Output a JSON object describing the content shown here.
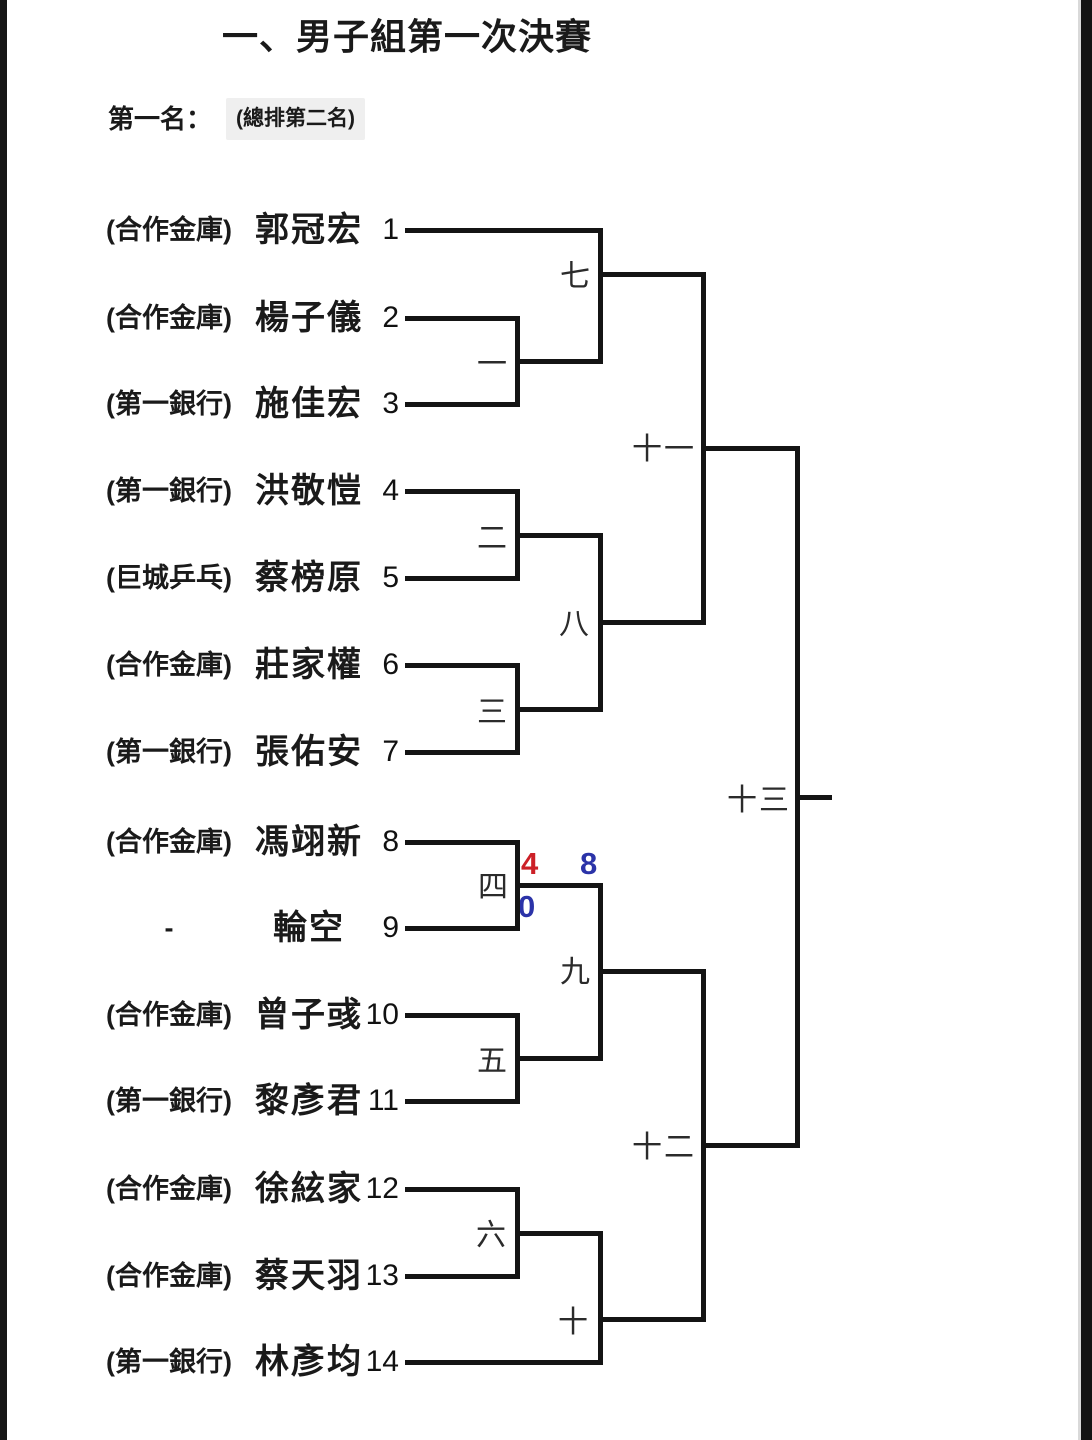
{
  "title": "一、男子組第一次決賽",
  "standing": {
    "label": "第一名：",
    "note": "(總排第二名)"
  },
  "players": [
    {
      "affiliation": "(合作金庫)",
      "name": "郭冠宏",
      "seed": "1"
    },
    {
      "affiliation": "(合作金庫)",
      "name": "楊子儀",
      "seed": "2"
    },
    {
      "affiliation": "(第一銀行)",
      "name": "施佳宏",
      "seed": "3"
    },
    {
      "affiliation": "(第一銀行)",
      "name": "洪敬愷",
      "seed": "4"
    },
    {
      "affiliation": "(巨城乒乓)",
      "name": "蔡榜原",
      "seed": "5"
    },
    {
      "affiliation": "(合作金庫)",
      "name": "莊家權",
      "seed": "6"
    },
    {
      "affiliation": "(第一銀行)",
      "name": "張佑安",
      "seed": "7"
    },
    {
      "affiliation": "(合作金庫)",
      "name": "馮翊新",
      "seed": "8"
    },
    {
      "affiliation": "-",
      "name": "輪空",
      "seed": "9"
    },
    {
      "affiliation": "(合作金庫)",
      "name": "曾子彧",
      "seed": "10"
    },
    {
      "affiliation": "(第一銀行)",
      "name": "黎彥君",
      "seed": "11"
    },
    {
      "affiliation": "(合作金庫)",
      "name": "徐絃家",
      "seed": "12"
    },
    {
      "affiliation": "(合作金庫)",
      "name": "蔡天羽",
      "seed": "13"
    },
    {
      "affiliation": "(第一銀行)",
      "name": "林彥均",
      "seed": "14"
    }
  ],
  "matches": [
    {
      "label": "一"
    },
    {
      "label": "二"
    },
    {
      "label": "三"
    },
    {
      "label": "四"
    },
    {
      "label": "五"
    },
    {
      "label": "六"
    },
    {
      "label": "七"
    },
    {
      "label": "八"
    },
    {
      "label": "九"
    },
    {
      "label": "十"
    },
    {
      "label": "十一"
    },
    {
      "label": "十二"
    },
    {
      "label": "十三"
    }
  ],
  "scores": [
    {
      "value": "4",
      "color": "#cc2027"
    },
    {
      "value": "0",
      "color": "#2b33a8"
    },
    {
      "value": "8",
      "color": "#2b33a8"
    }
  ],
  "colors": {
    "line": "#141414",
    "note_background": "#efefef",
    "score_red": "#cc2027",
    "score_blue": "#2b33a8"
  }
}
